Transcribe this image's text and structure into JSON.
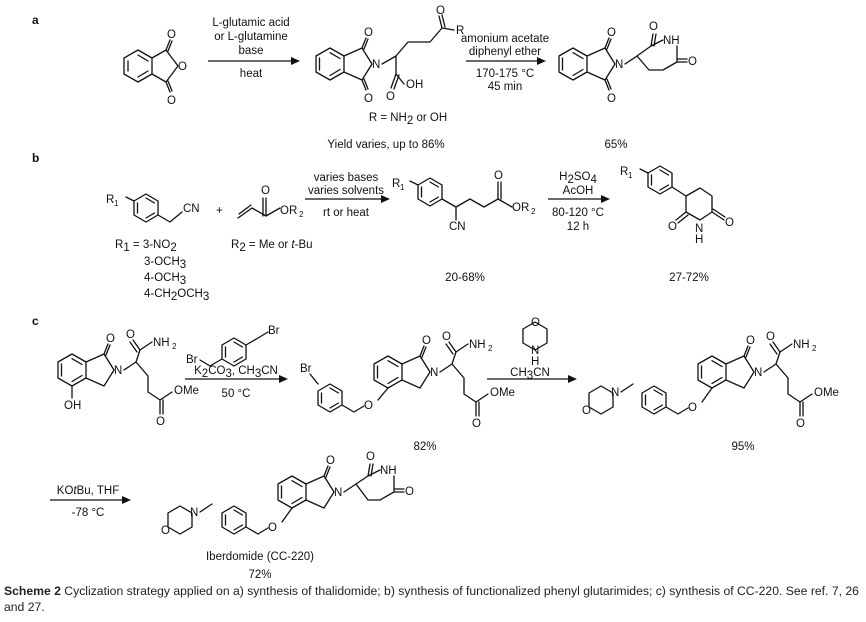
{
  "panels": {
    "a": "a",
    "b": "b",
    "c": "c"
  },
  "atoms": {
    "O": "O",
    "N": "N",
    "NH": "NH",
    "H": "H",
    "OH": "OH",
    "R": "R",
    "CN": "CN",
    "NH2": "NH",
    "NH2_sub": "2",
    "OMe": "OMe",
    "OR2": "OR",
    "OR2_sub": "2",
    "R1": "R",
    "R1_sub": "1",
    "Br": "Br"
  },
  "scheme_a": {
    "reagent1_line1": "L-glutamic acid",
    "reagent1_line2": "or L-glutamine",
    "reagent1_line3": "base",
    "reagent1_line4": "heat",
    "reagent2_line1": "amonium acetate",
    "reagent2_line2": "diphenyl ether",
    "reagent2_line3": "170-175 °C",
    "reagent2_line4": "45 min",
    "r_definition": "R = NH",
    "r_definition_sub": "2",
    "r_definition_tail": " or OH",
    "yield1": "Yield varies, up to 86%",
    "yield2": "65%"
  },
  "scheme_b": {
    "r1_list": [
      "R",
      "1",
      " = 3-NO",
      "2"
    ],
    "r1_item2": "3-OCH",
    "r1_item3": "4-OCH",
    "r1_item4": "4-CH",
    "r1_item4_mid": "2",
    "r1_item4_tail": "OCH",
    "sub3": "3",
    "plus": "+",
    "r2_def": "R",
    "r2_def_sub": "2",
    "r2_def_tail1": " = Me or ",
    "r2_def_italic": "t",
    "r2_def_tail2": "-Bu",
    "reagent1_line1": "varies bases",
    "reagent1_line2": "varies solvents",
    "reagent1_line3": "rt or heat",
    "reagent2_line1a": "H",
    "reagent2_line1b": "2",
    "reagent2_line1c": "SO",
    "reagent2_line1d": "4",
    "reagent2_line2": "AcOH",
    "reagent2_line3": "80-120 °C",
    "reagent2_line4": "12 h",
    "yield1": "20-68%",
    "yield2": "27-72%"
  },
  "scheme_c": {
    "reagent1_line1a": "K",
    "reagent1_line1b": "2",
    "reagent1_line1c": "CO",
    "reagent1_line1d": "3",
    "reagent1_line1e": ", CH",
    "reagent1_line1f": "3",
    "reagent1_line1g": "CN",
    "reagent1_line2": "50 °C",
    "reagent2_solvent_a": "CH",
    "reagent2_solvent_b": "3",
    "reagent2_solvent_c": "CN",
    "reagent3_a": "KO",
    "reagent3_italic": "t",
    "reagent3_b": "Bu, THF",
    "reagent3_line2": "-78 °C",
    "yield1": "82%",
    "yield2": "95%",
    "product_name": "Iberdomide (CC-220)",
    "yield3": "72%"
  },
  "caption": {
    "label": "Scheme 2",
    "text": "  Cyclization strategy applied on a) synthesis of thalidomide; b) synthesis of functionalized phenyl glutarimides; c) synthesis of CC-220. See ref. 7, 26 and 27."
  }
}
